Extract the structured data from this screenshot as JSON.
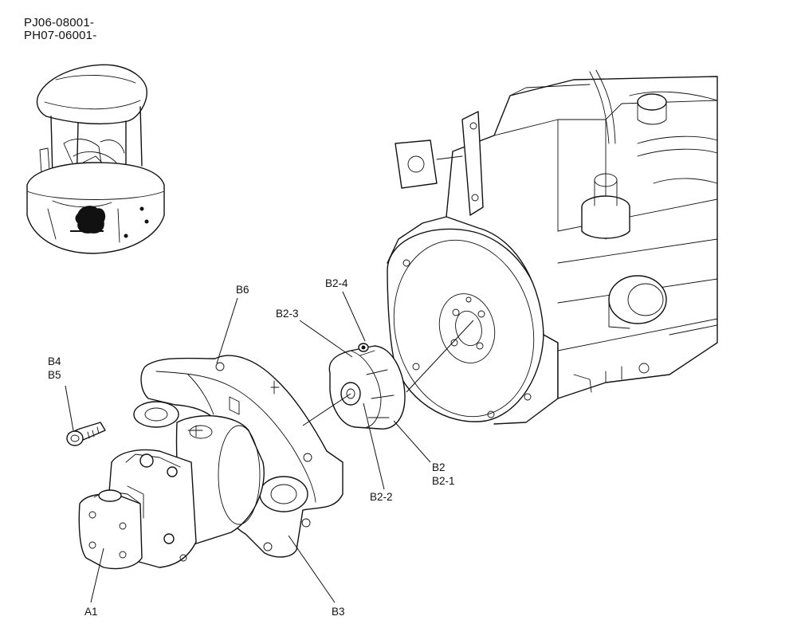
{
  "header": {
    "line1": "PJ06-08001-",
    "line2": "PH07-06001-"
  },
  "labels": {
    "b6": "B6",
    "b2_4": "B2-4",
    "b2_3": "B2-3",
    "b4": "B4",
    "b5": "B5",
    "b2": "B2",
    "b2_1": "B2-1",
    "b2_2": "B2-2",
    "a1": "A1",
    "b3": "B3"
  },
  "icons": {
    "locator": "machine-locator-icon",
    "engine": "engine-drawing",
    "pump": "hydraulic-pump-drawing",
    "housing": "flywheel-housing-drawing",
    "coupling": "coupling-drawing",
    "bolt": "bolt-drawing"
  }
}
